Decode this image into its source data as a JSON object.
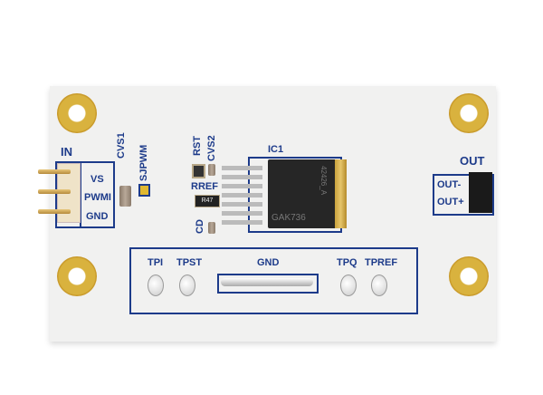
{
  "board": {
    "in_header": {
      "title": "IN",
      "pins": [
        "VS",
        "PWMI",
        "GND"
      ]
    },
    "out_header": {
      "title": "OUT",
      "pins": [
        "OUT-",
        "OUT+"
      ]
    },
    "components": {
      "cvs1": "CVS1",
      "sjpwm": "SJPWM",
      "rst": "RST",
      "cvs2": "CVS2",
      "rref": "RREF",
      "rref_marking": "R47",
      "cd": "CD",
      "ic1": "IC1",
      "ic_marking_1": "42426_A",
      "ic_marking_2": "GAK736"
    },
    "test_points": {
      "tpi": "TPI",
      "tpst": "TPST",
      "gnd": "GND",
      "tpq": "TPQ",
      "tpref": "TPREF"
    },
    "colors": {
      "silkscreen": "#1d3b8a",
      "pad": "#d9b23e",
      "board": "#f1f1f0"
    }
  }
}
